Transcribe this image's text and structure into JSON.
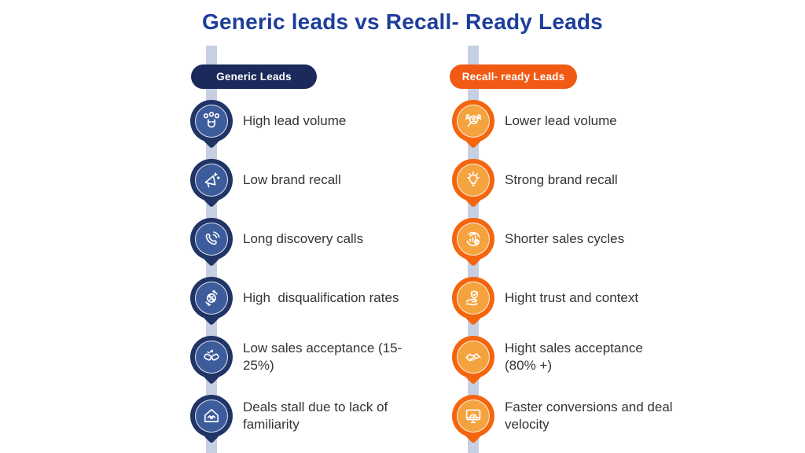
{
  "title": "Generic leads vs Recall- Ready Leads",
  "colors": {
    "title_blue": "#1e3e9c",
    "navy_pill": "#1b2a5b",
    "navy_pin_outer": "#213467",
    "navy_pin_inner": "#3d5c9b",
    "orange_pill": "#f05a14",
    "orange_pin_outer": "#f4650e",
    "orange_pin_inner": "#f5a33f",
    "timeline_bar": "#c7d0e2",
    "body_text": "#343434"
  },
  "left": {
    "header": "Generic Leads",
    "items": [
      {
        "icon": "magnet-leads-icon",
        "text": "High lead volume"
      },
      {
        "icon": "megaphone-stars-icon",
        "text": "Low brand recall"
      },
      {
        "icon": "phone-call-icon",
        "text": "Long discovery calls"
      },
      {
        "icon": "percent-cycle-icon",
        "text": "High  disqualification rates"
      },
      {
        "icon": "fist-bump-icon",
        "text": "Low sales acceptance (15-25%)"
      },
      {
        "icon": "house-handshake-icon",
        "text": "Deals stall due to lack of familiarity"
      }
    ]
  },
  "right": {
    "header": "Recall- ready Leads",
    "items": [
      {
        "icon": "magnifier-people-icon",
        "text": "Lower lead volume"
      },
      {
        "icon": "idea-bulb-icon",
        "text": "Strong brand recall"
      },
      {
        "icon": "chart-cycle-icon",
        "text": "Shorter sales cycles"
      },
      {
        "icon": "hand-shield-icon",
        "text": "Hight trust and context"
      },
      {
        "icon": "handshake-icon",
        "text": "Hight sales acceptance (80% +)"
      },
      {
        "icon": "monitor-gauge-icon",
        "text": "Faster conversions and deal velocity"
      }
    ]
  }
}
